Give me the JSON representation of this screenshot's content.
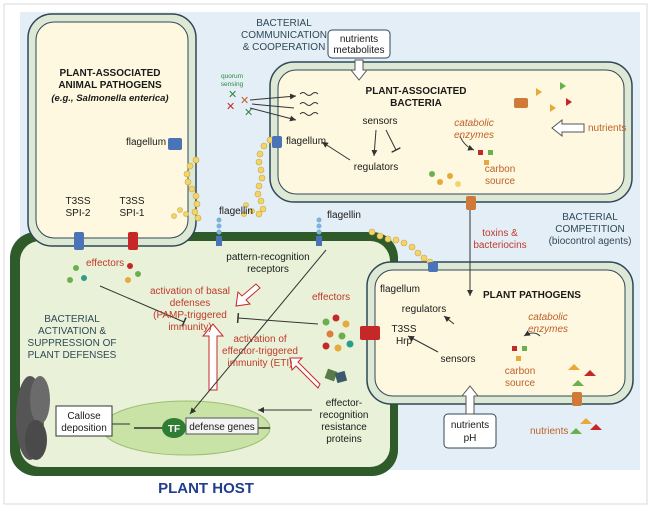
{
  "texts": {
    "animal_title_1": "PLANT-ASSOCIATED",
    "animal_title_2": "ANIMAL PATHOGENS",
    "animal_title_3": "(e.g., Salmonella enterica)",
    "flagellum_animal": "flagellum",
    "t3ss_spi2_a": "T3SS",
    "t3ss_spi2_b": "SPI-2",
    "t3ss_spi1_a": "T3SS",
    "t3ss_spi1_b": "SPI-1",
    "comm_1": "BACTERIAL",
    "comm_2": "COMMUNICATION",
    "comm_3": "& COOPERATION",
    "quorum_1": "quorum",
    "quorum_2": "sensing",
    "nutrients_top_1": "nutrients",
    "nutrients_top_2": "metabolites",
    "pab_title_1": "PLANT-ASSOCIATED",
    "pab_title_2": "BACTERIA",
    "sensors_top": "sensors",
    "regulators_top": "regulators",
    "flagellum_pab": "flagellum",
    "catabolic_top_1": "catabolic",
    "catabolic_top_2": "enzymes",
    "carbon_top_1": "carbon",
    "carbon_top_2": "source",
    "nutrients_right_top": "nutrients",
    "flagellin_left": "flagellin",
    "flagellin_right": "flagellin",
    "toxins_1": "toxins  &",
    "toxins_2": "bacteriocins",
    "competition_1": "BACTERIAL",
    "competition_2": "COMPETITION",
    "competition_3": "(biocontrol agents)",
    "effectors_left": "effectors",
    "prr_1": "pattern-recognition",
    "prr_2": "receptors",
    "basal_1": "activation of basal",
    "basal_2": "defenses",
    "basal_3": "(PAMP-triggered",
    "basal_4": "immunity)",
    "effectors_mid": "effectors",
    "activation_left_1": "BACTERIAL",
    "activation_left_2": "ACTIVATION &",
    "activation_left_3": "SUPPRESSION OF",
    "activation_left_4": "PLANT DEFENSES",
    "eti_1": "activation of",
    "eti_2": "effector-triggered",
    "eti_3": "immunity (ETI)",
    "callose_1": "Callose",
    "callose_2": "deposition",
    "tf": "TF",
    "defense_genes": "defense genes",
    "er_1": "effector-",
    "er_2": "recognition",
    "er_3": "resistance",
    "er_4": "proteins",
    "plant_host": "PLANT HOST",
    "pp_title": "PLANT PATHOGENS",
    "flagellum_pp": "flagellum",
    "regulators_pp": "regulators",
    "t3ss_hrp_a": "T3SS",
    "t3ss_hrp_b": "Hrp",
    "sensors_pp": "sensors",
    "catabolic_pp_1": "catabolic",
    "catabolic_pp_2": "enzymes",
    "carbon_pp_1": "carbon",
    "carbon_pp_2": "source",
    "nutrients_bottom_1": "nutrients",
    "nutrients_bottom_2": "pH",
    "nutrients_bottom_right": "nutrients"
  },
  "colors": {
    "background_panel": "#e4eef7",
    "cell_fill": "#fdf8df",
    "cell_outline": "#2f4858",
    "plant_wall": "#2f5a2a",
    "plant_cytoplasm": "#e9f2d8",
    "nucleus": "#c9e2a6",
    "red_text": "#c0392b",
    "orange_text": "#c0602a",
    "flagellin_yellow": "#f3d46b",
    "t3ss_blue": "#4a73b8",
    "t3ss_red": "#c62828"
  }
}
